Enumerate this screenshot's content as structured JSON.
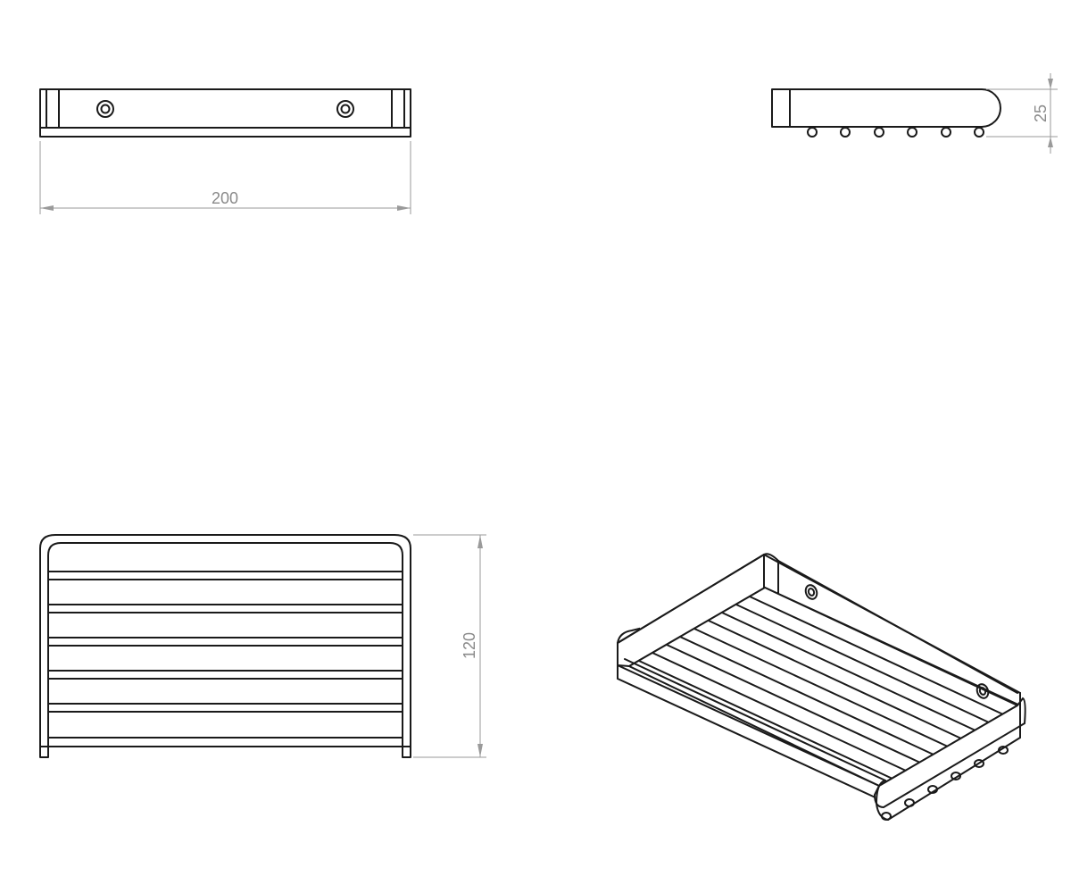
{
  "dimensions": {
    "width": {
      "value": "200"
    },
    "height": {
      "value": "25"
    },
    "depth": {
      "value": "120"
    }
  },
  "colors": {
    "line": "#1a1a1a",
    "dimension": "#9a9a9a",
    "background": "#ffffff"
  },
  "views": {
    "front": {
      "screw_holes": 2
    },
    "side": {
      "feet": 6
    },
    "top": {
      "slats": 6
    },
    "isometric": {
      "slats": 10,
      "screw_holes": 2,
      "feet": 6
    }
  }
}
